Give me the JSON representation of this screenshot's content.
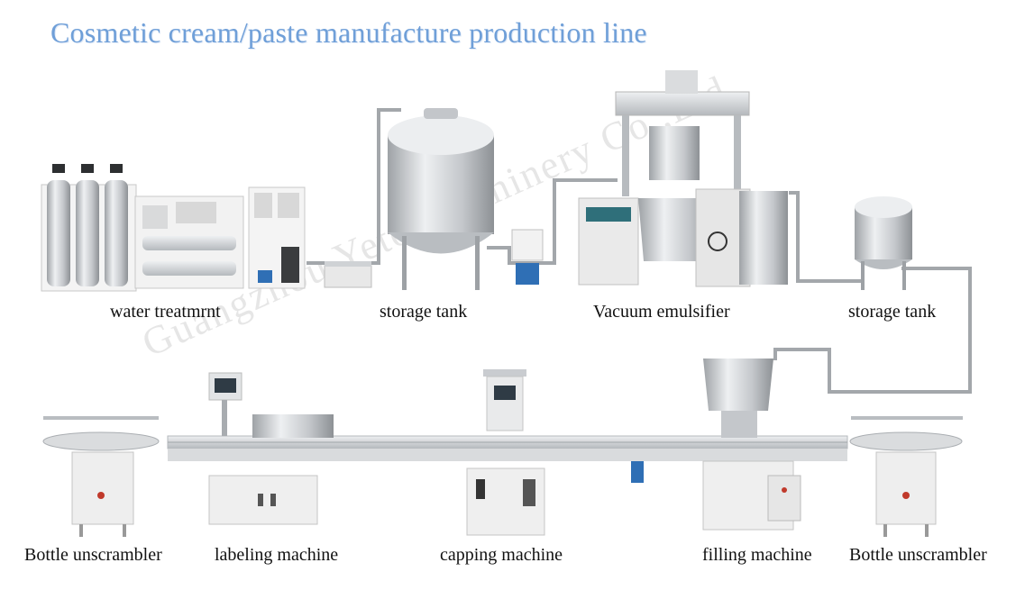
{
  "title": "Cosmetic cream/paste manufacture production line",
  "watermark": "Guangzhou Yeto Machinery Co.,Ltd",
  "labels": {
    "water_treatment": "water treatmrnt",
    "storage_tank_1": "storage tank",
    "vacuum_emulsifier": "Vacuum emulsifier",
    "storage_tank_2": "storage tank",
    "bottle_unscrambler_left": "Bottle unscrambler",
    "labeling_machine": "labeling machine",
    "capping_machine": "capping machine",
    "filling_machine": "filling machine",
    "bottle_unscrambler_right": "Bottle unscrambler"
  },
  "colors": {
    "title": "#6f9fd8",
    "steel": "#c9ccd0",
    "steel_dark": "#8e9296",
    "pipe": "#9a9ea3",
    "motor": "#2f6fb5"
  }
}
